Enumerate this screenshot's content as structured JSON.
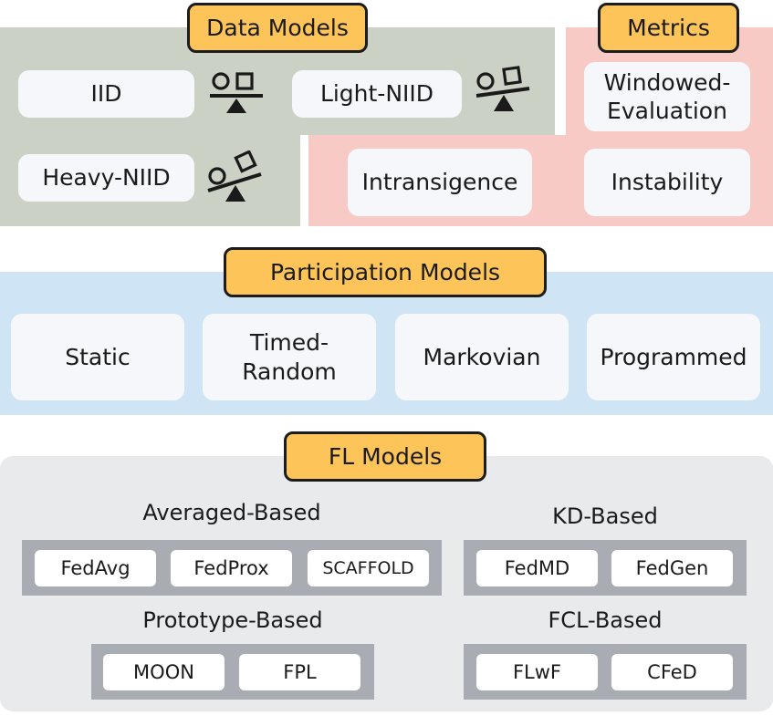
{
  "data_models": {
    "title": "Data Models",
    "items": [
      "IID",
      "Light-NIID",
      "Heavy-NIID"
    ],
    "icon": "balance-scale-icon"
  },
  "metrics": {
    "title": "Metrics",
    "items": [
      {
        "line1": "Windowed-",
        "line2": "Evaluation"
      },
      {
        "line1": "Intransigence"
      },
      {
        "line1": "Instability"
      }
    ]
  },
  "participation_models": {
    "title": "Participation Models",
    "items": [
      {
        "line1": "Static"
      },
      {
        "line1": "Timed-",
        "line2": "Random"
      },
      {
        "line1": "Markovian"
      },
      {
        "line1": "Programmed"
      }
    ]
  },
  "fl_models": {
    "title": "FL Models",
    "groups": [
      {
        "label": "Averaged-Based",
        "items": [
          "FedAvg",
          "FedProx",
          "SCAFFOLD"
        ]
      },
      {
        "label": "KD-Based",
        "items": [
          "FedMD",
          "FedGen"
        ]
      },
      {
        "label": "Prototype-Based",
        "items": [
          "MOON",
          "FPL"
        ]
      },
      {
        "label": "FCL-Based",
        "items": [
          "FLwF",
          "CFeD"
        ]
      }
    ]
  },
  "colors": {
    "data_models_bg": "#cbd1c4",
    "metrics_bg": "#f7cac6",
    "participation_bg": "#cfe4f5",
    "fl_bg": "#e9eaec",
    "badge": "#fdc45a",
    "strip": "#a9acb2"
  }
}
